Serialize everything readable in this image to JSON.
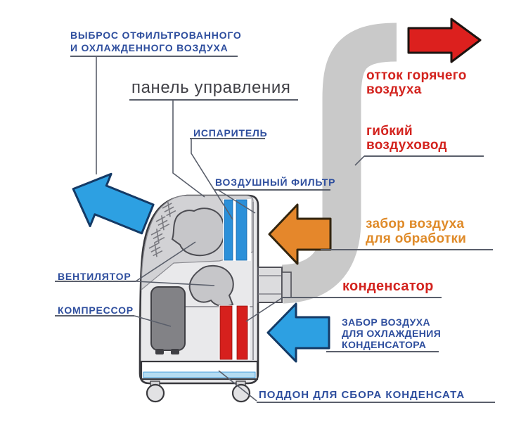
{
  "diagram_subject": "portable-air-conditioner-cutaway",
  "labels": {
    "exhaust_line1": "ВЫБРОС ОТФИЛЬТРОВАННОГО",
    "exhaust_line2": "И ОХЛАЖДЕННОГО ВОЗДУХА",
    "control_panel": "панель управления",
    "evaporator": "ИСПАРИТЕЛЬ",
    "air_filter": "ВОЗДУШНЫЙ ФИЛЬТР",
    "fan": "ВЕНТИЛЯТОР",
    "compressor": "КОМПРЕССОР",
    "hot_air_line1": "отток горячего",
    "hot_air_line2": "воздуха",
    "duct_line1": "гибкий",
    "duct_line2": "воздуховод",
    "intake_line1": "забор воздуха",
    "intake_line2": "для обработки",
    "condenser": "конденсатор",
    "cooling_line1": "ЗАБОР ВОЗДУХА",
    "cooling_line2": "ДЛЯ ОХЛАЖДЕНИЯ",
    "cooling_line3": "КОНДЕНСАТОРА",
    "drain_pan": "ПОДДОН ДЛЯ СБОРА КОНДЕНСАТА"
  },
  "icons": {
    "exhaust_arrow": "arrow-up-left-blue",
    "hot_air_arrow": "arrow-right-red",
    "intake_process_arrow": "arrow-left-orange",
    "intake_cooling_arrow": "arrow-left-blue"
  },
  "colors": {
    "label_blue": "#2e4e9e",
    "label_red": "#d3231e",
    "label_orange": "#df8a28",
    "label_dark": "#414147",
    "arrow_blue_fill": "#2da0e2",
    "arrow_blue_stroke": "#143a66",
    "arrow_red_fill": "#dc201e",
    "arrow_red_stroke": "#1c1310",
    "arrow_orange_fill": "#e5872b",
    "arrow_orange_stroke": "#33250f",
    "duct_gray": "#c9c9c9",
    "body_fill": "#e9e9eb",
    "body_stroke": "#38383d",
    "panel_gray": "#d2d2d5",
    "fan_gray": "#c6c6c9",
    "compressor_gray": "#828286",
    "stripe_blue": "#2b90d9",
    "stripe_red": "#d6201d",
    "tray_blue": "#b5dcf2",
    "line_gray": "#5a5f6b"
  }
}
